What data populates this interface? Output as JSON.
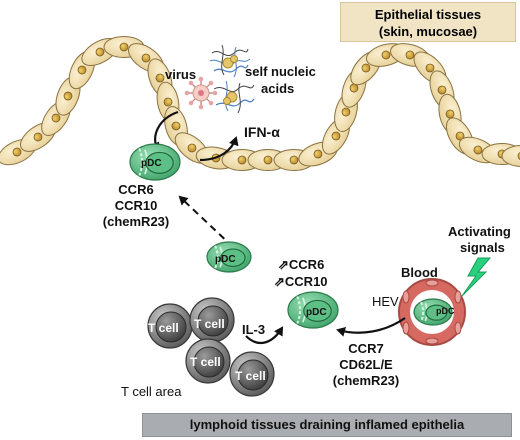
{
  "epithelial_box": {
    "line1": "Epithelial tissues",
    "line2": "(skin, mucosae)"
  },
  "virus_label": "virus",
  "self_nucleic_label": {
    "line1": "self nucleic",
    "line2": "acids"
  },
  "ifn_label": "IFN-α",
  "pdc_label": "pDC",
  "epithelial_pdc_receptors": [
    "CCR6",
    "CCR10",
    "(chemR23)"
  ],
  "lymph_receptors": [
    "CCR6",
    "CCR10"
  ],
  "il3_label": "IL-3",
  "tcell_label": "T cell",
  "tcell_area_label": "T cell area",
  "blood_label": "Blood",
  "hev_label": "HEV",
  "activating_label": {
    "line1": "Activating",
    "line2": "signals"
  },
  "blood_receptors": [
    "CCR7",
    "CD62L/E",
    "(chemR23)"
  ],
  "lymphoid_box": "lymphoid tissues draining inflamed epithelia",
  "colors": {
    "epithelial_cell": "#f2dfb0",
    "epithelial_nucleus": "#cfa545",
    "pdc": "#5cbf85",
    "tcell": "#8a8a8a",
    "vessel": "#d66a62",
    "activating": "#2ad07e"
  }
}
